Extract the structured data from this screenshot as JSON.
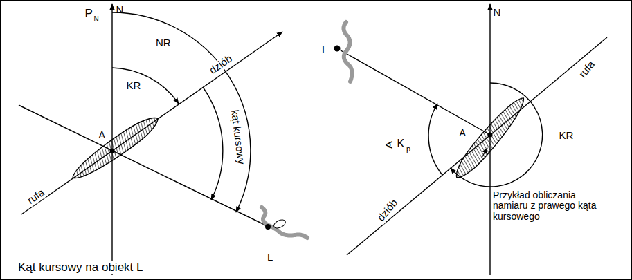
{
  "diagram": {
    "labels": [
      "P",
      "N",
      "N",
      "NR",
      "KR",
      "dziób",
      "kąt kursowy",
      "A",
      "rufa",
      "L",
      "Kąt kursowy na obiekt L",
      "L",
      "N",
      "rufa",
      "A",
      "KR",
      "∢",
      "K",
      "p",
      "dziób",
      "Przykład obliczania namiaru z prawego kąta kursowego"
    ]
  }
}
